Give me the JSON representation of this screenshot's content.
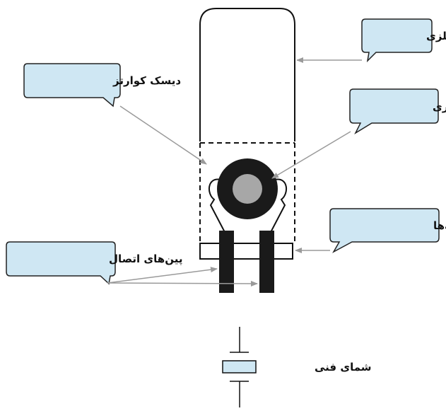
{
  "labels": {
    "metal_cover": "پوشش فلزی",
    "quartz_disk": "دیسک کوارتز",
    "metal_electrode": "الکترود فلزی",
    "lead_separator": "جداکننده‌ی پایه‌ها",
    "connection_pins": "پین‌های اتصال",
    "schematic_symbol": "شمای فنی"
  },
  "colors": {
    "callout_fill": "#cfe7f3",
    "callout_stroke": "#222222",
    "arrow": "#9a9a9a",
    "disk": "#1a1a1a",
    "electrode": "#a7a7a7",
    "pins": "#1a1a1a"
  }
}
